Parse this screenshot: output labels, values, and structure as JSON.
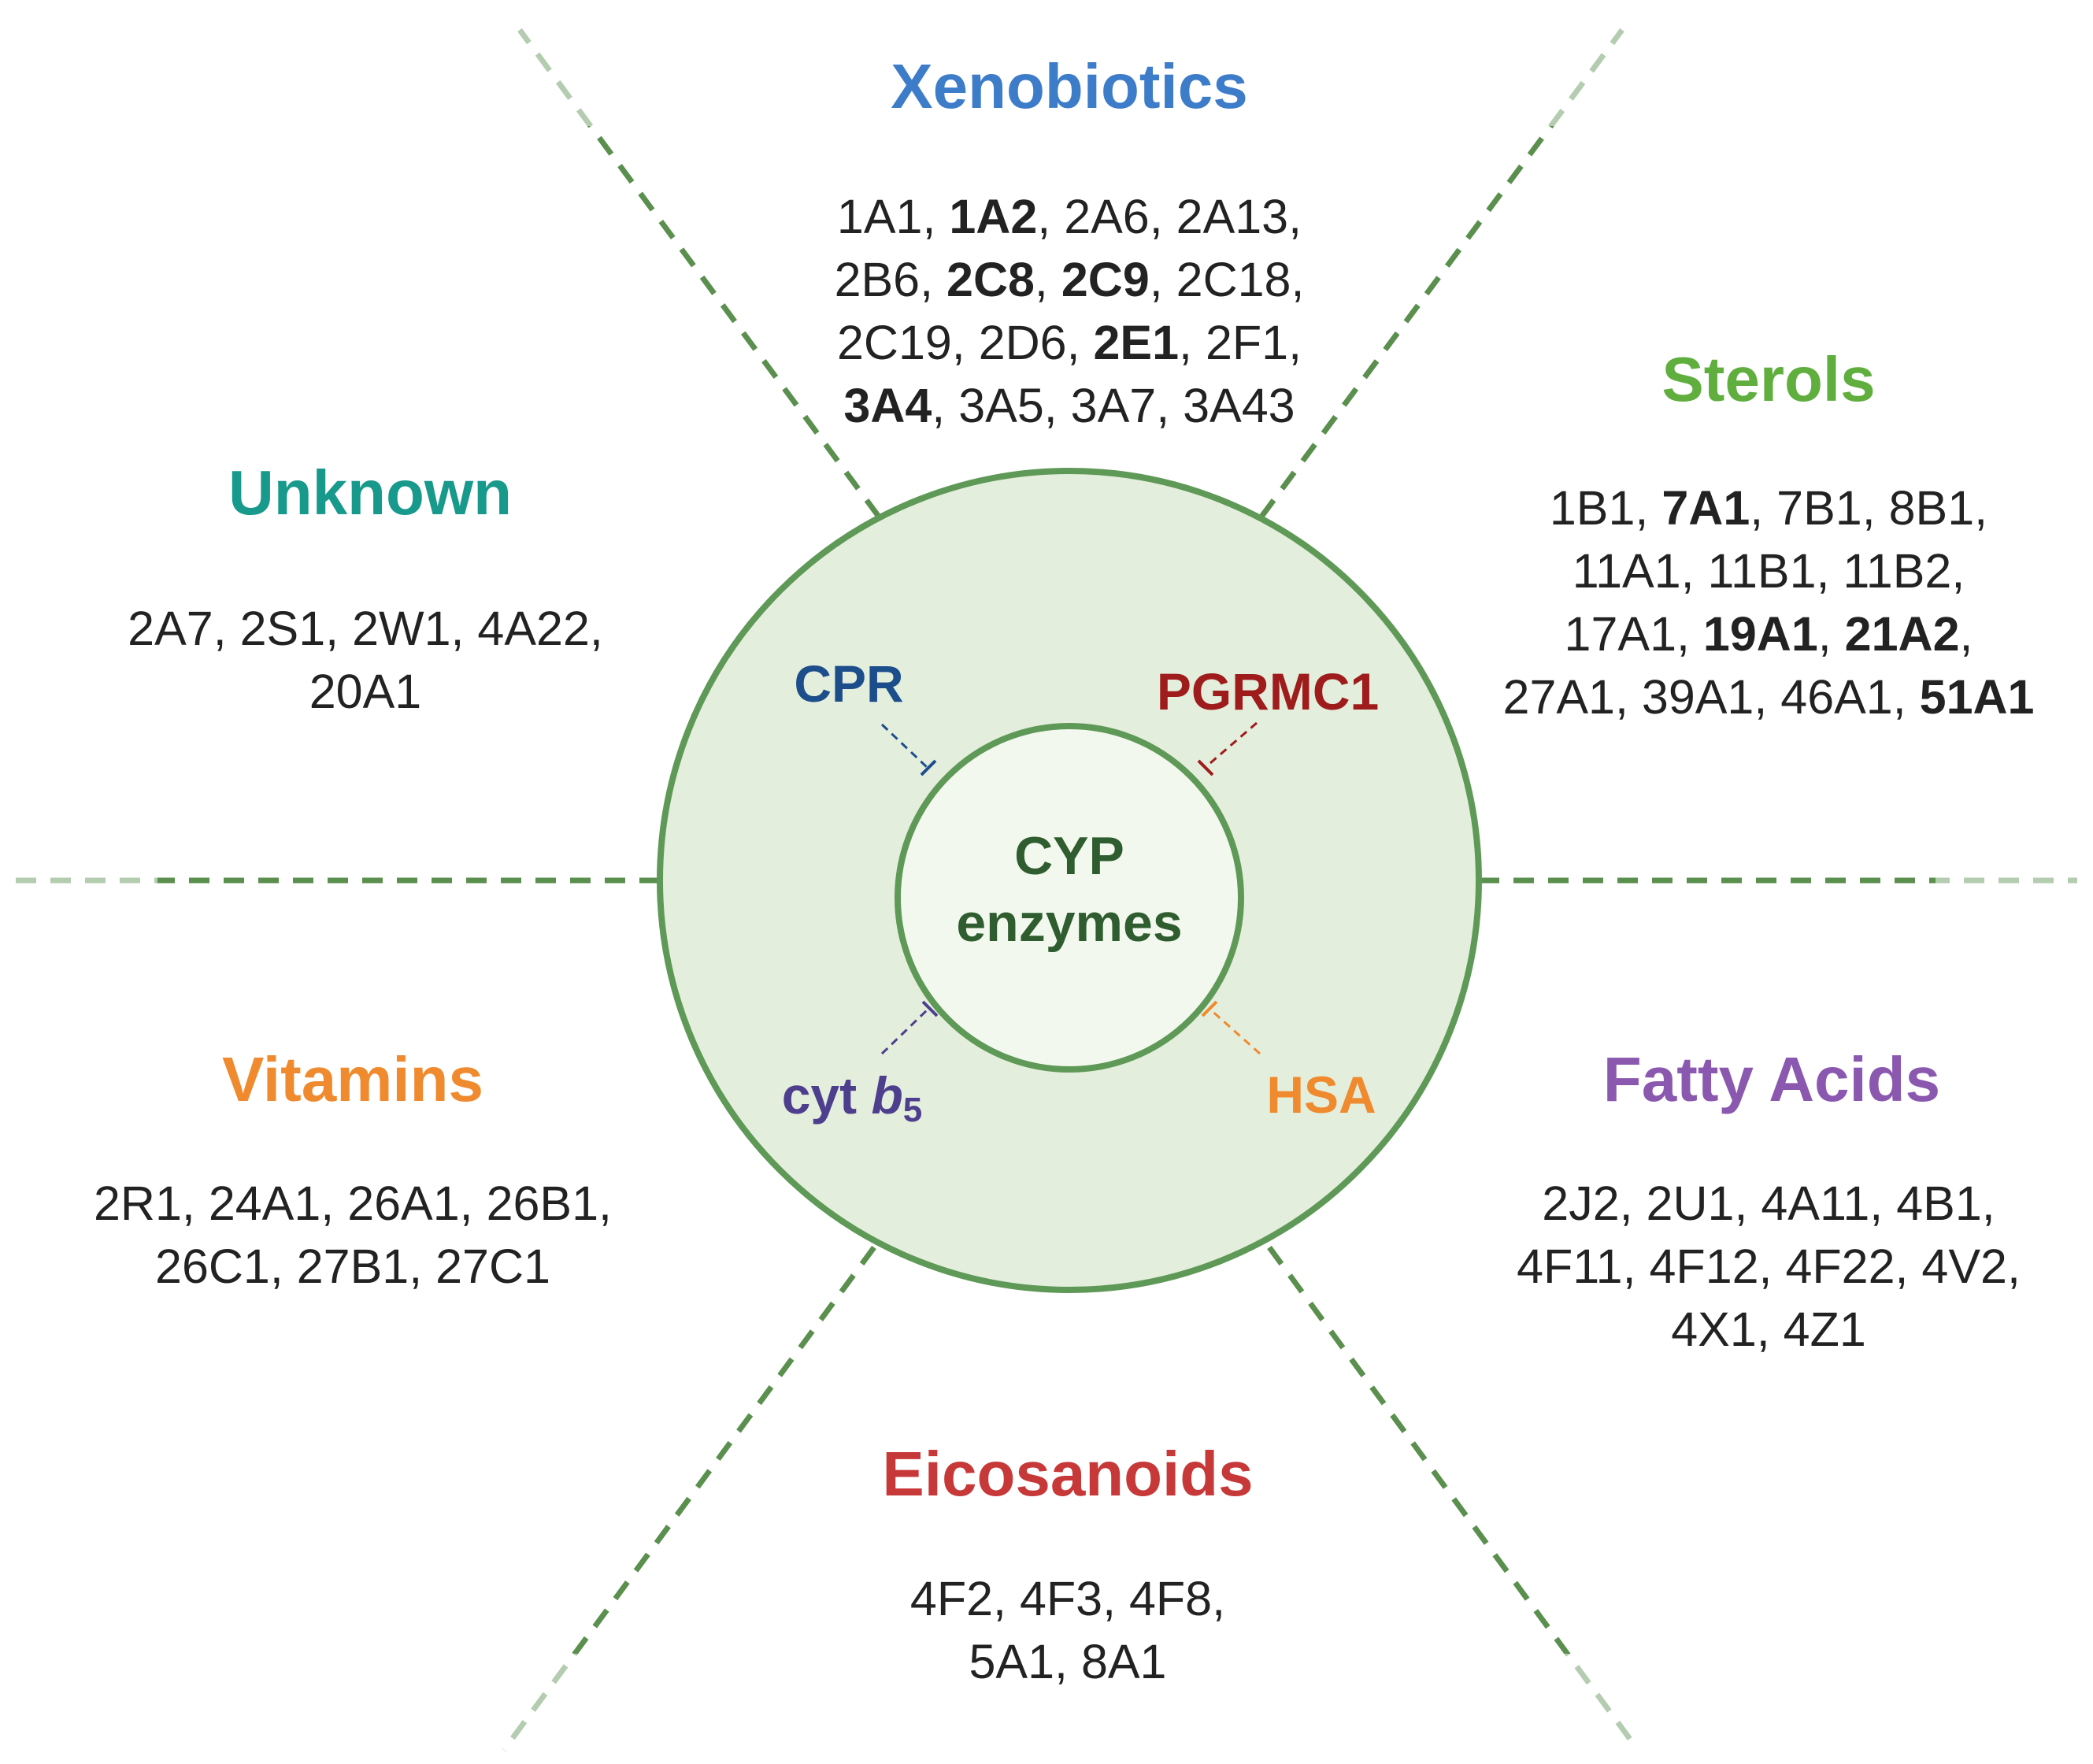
{
  "center": {
    "line1": "CYP",
    "line2": "enzymes"
  },
  "colors": {
    "ring_stroke": "#5f9957",
    "ring_fill": "#e4eedc",
    "inner_fill": "#f3f8ef",
    "divider": "#5a8f4e",
    "xenobiotics": "#3d7cc9",
    "sterols": "#5fae3e",
    "fatty_acids": "#8b58b0",
    "eicosanoids": "#c73838",
    "vitamins": "#ef8a2e",
    "unknown": "#17998b",
    "cpr": "#1d4e8c",
    "pgrmc1": "#9e1c1c",
    "cytb5": "#4e3f8e",
    "hsa": "#ef8a2e"
  },
  "partners": {
    "cpr": "CPR",
    "pgrmc1": "PGRMC1",
    "cytb5_prefix": "cyt ",
    "cytb5_italic": "b",
    "cytb5_sub": "5",
    "hsa": "HSA"
  },
  "categories": {
    "xenobiotics": {
      "heading": "Xenobiotics",
      "lines": [
        [
          {
            "t": "1A1"
          },
          {
            "t": "1A2",
            "b": true
          },
          {
            "t": "2A6"
          },
          {
            "t": "2A13"
          }
        ],
        [
          {
            "t": "2B6"
          },
          {
            "t": "2C8",
            "b": true
          },
          {
            "t": "2C9",
            "b": true
          },
          {
            "t": "2C18"
          }
        ],
        [
          {
            "t": "2C19"
          },
          {
            "t": "2D6"
          },
          {
            "t": "2E1",
            "b": true
          },
          {
            "t": "2F1"
          }
        ],
        [
          {
            "t": "3A4",
            "b": true
          },
          {
            "t": "3A5"
          },
          {
            "t": "3A7"
          },
          {
            "t": "3A43"
          }
        ]
      ]
    },
    "sterols": {
      "heading": "Sterols",
      "lines": [
        [
          {
            "t": "1B1"
          },
          {
            "t": "7A1",
            "b": true
          },
          {
            "t": "7B1"
          },
          {
            "t": "8B1"
          }
        ],
        [
          {
            "t": "11A1"
          },
          {
            "t": "11B1"
          },
          {
            "t": "11B2"
          }
        ],
        [
          {
            "t": "17A1"
          },
          {
            "t": "19A1",
            "b": true
          },
          {
            "t": "21A2",
            "b": true
          }
        ],
        [
          {
            "t": "27A1"
          },
          {
            "t": "39A1"
          },
          {
            "t": "46A1"
          },
          {
            "t": "51A1",
            "b": true
          }
        ]
      ]
    },
    "unknown": {
      "heading": "Unknown",
      "lines": [
        [
          {
            "t": "2A7"
          },
          {
            "t": "2S1"
          },
          {
            "t": "2W1"
          },
          {
            "t": "4A22"
          }
        ],
        [
          {
            "t": "20A1"
          }
        ]
      ]
    },
    "vitamins": {
      "heading": "Vitamins",
      "lines": [
        [
          {
            "t": "2R1"
          },
          {
            "t": "24A1"
          },
          {
            "t": "26A1"
          },
          {
            "t": "26B1"
          }
        ],
        [
          {
            "t": "26C1"
          },
          {
            "t": "27B1"
          },
          {
            "t": "27C1"
          }
        ]
      ]
    },
    "fatty_acids": {
      "heading": "Fatty Acids",
      "lines": [
        [
          {
            "t": "2J2"
          },
          {
            "t": "2U1"
          },
          {
            "t": "4A11"
          },
          {
            "t": "4B1"
          }
        ],
        [
          {
            "t": "4F11"
          },
          {
            "t": "4F12"
          },
          {
            "t": "4F22"
          },
          {
            "t": "4V2"
          }
        ],
        [
          {
            "t": "4X1"
          },
          {
            "t": "4Z1"
          }
        ]
      ]
    },
    "eicosanoids": {
      "heading": "Eicosanoids",
      "lines": [
        [
          {
            "t": "4F2"
          },
          {
            "t": "4F3"
          },
          {
            "t": "4F8"
          }
        ],
        [
          {
            "t": "5A1"
          },
          {
            "t": "8A1"
          }
        ]
      ]
    }
  }
}
